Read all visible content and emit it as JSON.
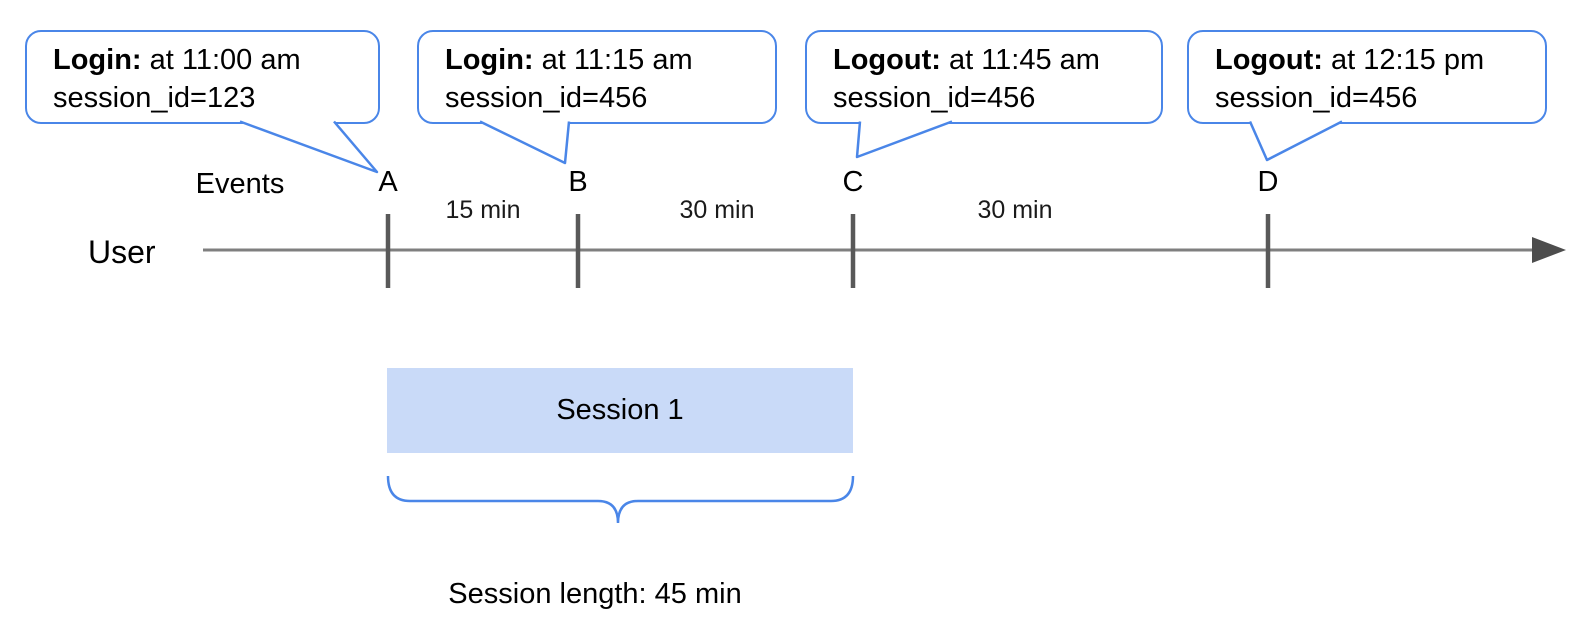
{
  "diagram": {
    "events_label": "Events",
    "user_label": "User",
    "events": [
      {
        "letter": "A",
        "type_label": "Login:",
        "time_text": "at 11:00 am",
        "session_text": "session_id=123"
      },
      {
        "letter": "B",
        "type_label": "Login:",
        "time_text": "at 11:15 am",
        "session_text": "session_id=456"
      },
      {
        "letter": "C",
        "type_label": "Logout:",
        "time_text": "at 11:45 am",
        "session_text": "session_id=456"
      },
      {
        "letter": "D",
        "type_label": "Logout:",
        "time_text": "at 12:15 pm",
        "session_text": "session_id=456"
      }
    ],
    "intervals": [
      {
        "label": "15 min"
      },
      {
        "label": "30 min"
      },
      {
        "label": "30 min"
      }
    ],
    "session_box_label": "Session 1",
    "caption": "Session length: 45 min",
    "colors": {
      "bubble_border": "#4a86e8",
      "session_fill": "#c9daf8",
      "axis_line": "#7f7f7f",
      "tick": "#595959",
      "arrowhead": "#4d4d4d",
      "brace": "#4a86e8",
      "text": "#000000"
    }
  }
}
